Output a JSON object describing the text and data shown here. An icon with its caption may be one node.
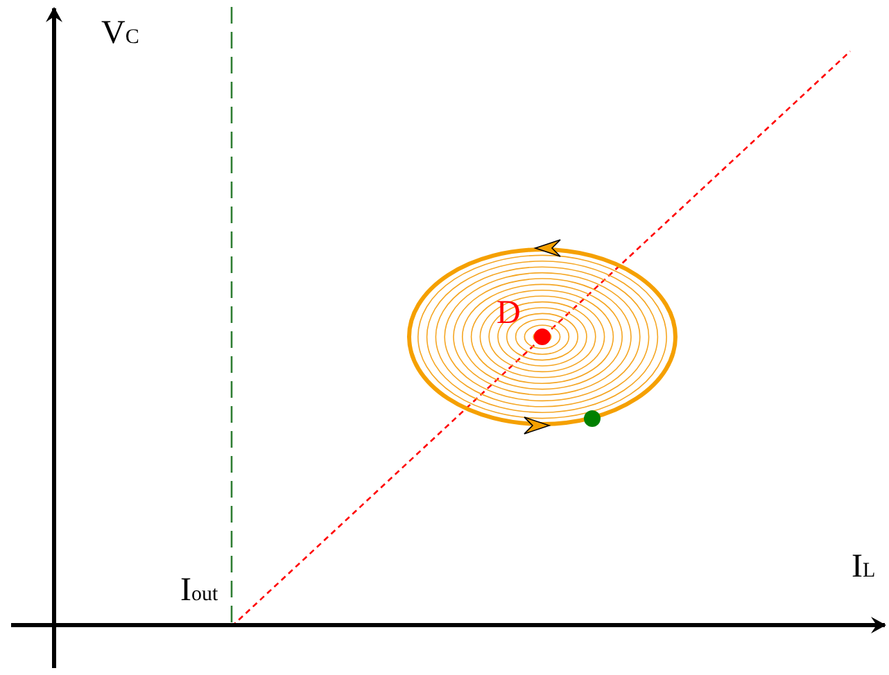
{
  "diagram": {
    "labels": [
      "V$_{C}$",
      "D",
      "I$_{out}$",
      "I$_{L}$"
    ]
  }
}
